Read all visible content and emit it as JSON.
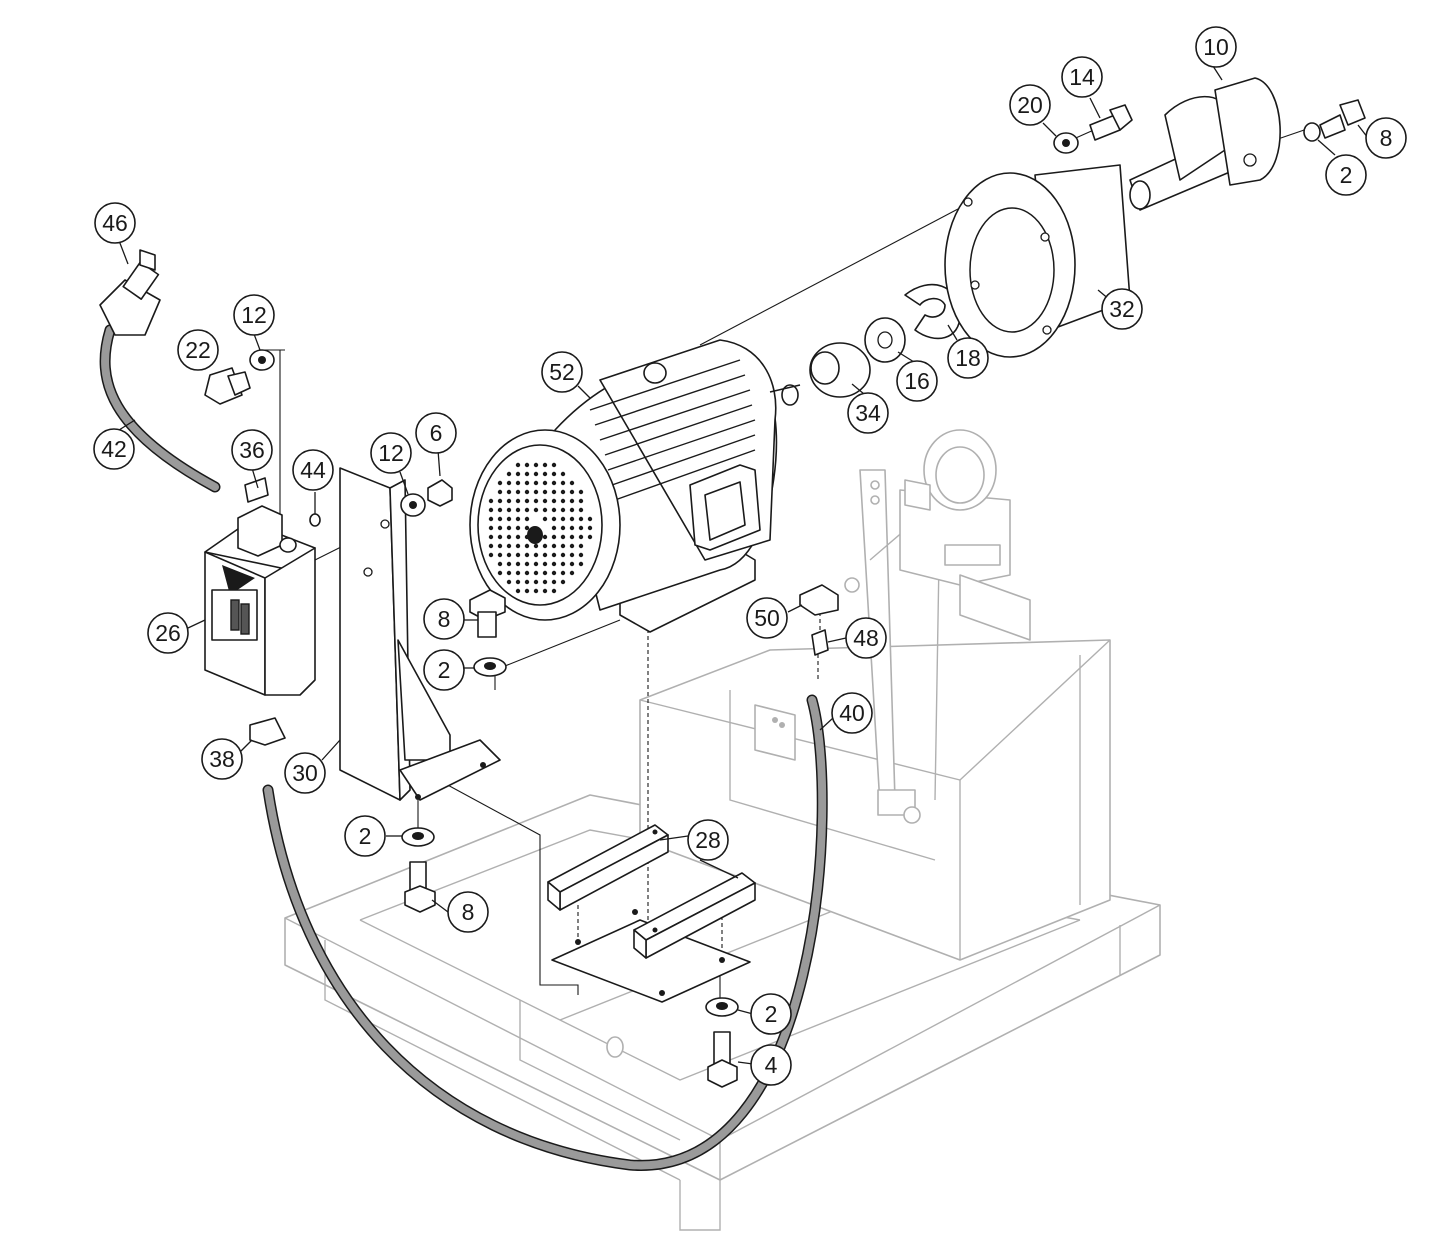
{
  "callouts": [
    {
      "id": "c46",
      "label": "46"
    },
    {
      "id": "c12a",
      "label": "12"
    },
    {
      "id": "c22",
      "label": "22"
    },
    {
      "id": "c42",
      "label": "42"
    },
    {
      "id": "c36",
      "label": "36"
    },
    {
      "id": "c44",
      "label": "44"
    },
    {
      "id": "c12b",
      "label": "12"
    },
    {
      "id": "c6",
      "label": "6"
    },
    {
      "id": "c26",
      "label": "26"
    },
    {
      "id": "c8a",
      "label": "8"
    },
    {
      "id": "c2a",
      "label": "2"
    },
    {
      "id": "c38",
      "label": "38"
    },
    {
      "id": "c30",
      "label": "30"
    },
    {
      "id": "c2b",
      "label": "2"
    },
    {
      "id": "c8b",
      "label": "8"
    },
    {
      "id": "c52",
      "label": "52"
    },
    {
      "id": "c34",
      "label": "34"
    },
    {
      "id": "c16",
      "label": "16"
    },
    {
      "id": "c18",
      "label": "18"
    },
    {
      "id": "c32",
      "label": "32"
    },
    {
      "id": "c20",
      "label": "20"
    },
    {
      "id": "c14",
      "label": "14"
    },
    {
      "id": "c10",
      "label": "10"
    },
    {
      "id": "c2c",
      "label": "2"
    },
    {
      "id": "c8c",
      "label": "8"
    },
    {
      "id": "c50",
      "label": "50"
    },
    {
      "id": "c48",
      "label": "48"
    },
    {
      "id": "c40",
      "label": "40"
    },
    {
      "id": "c28",
      "label": "28"
    },
    {
      "id": "c2d",
      "label": "2"
    },
    {
      "id": "c4",
      "label": "4"
    }
  ]
}
